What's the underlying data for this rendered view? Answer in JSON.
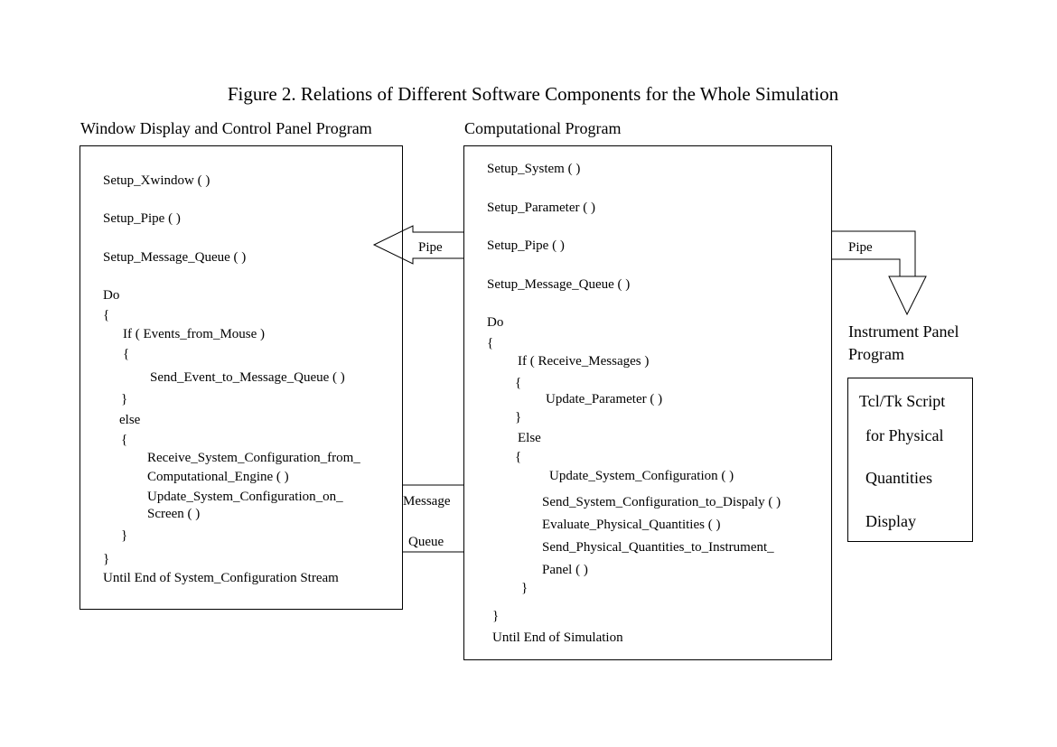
{
  "title": "Figure 2. Relations of Different Software Components for the Whole Simulation",
  "window_program": {
    "heading": "Window Display and Control Panel Program",
    "lines": [
      "Setup_Xwindow ( )",
      "Setup_Pipe ( )",
      "Setup_Message_Queue ( )",
      "Do",
      "{",
      "If ( Events_from_Mouse )",
      "{",
      "Send_Event_to_Message_Queue ( )",
      "}",
      "else",
      "{",
      "Receive_System_Configuration_from_",
      "Computational_Engine ( )",
      "Update_System_Configuration_on_",
      "Screen ( )",
      "}",
      "}",
      "Until End of System_Configuration Stream"
    ]
  },
  "computational_program": {
    "heading": "Computational Program",
    "lines": [
      "Setup_System ( )",
      "Setup_Parameter ( )",
      "Setup_Pipe ( )",
      "Setup_Message_Queue ( )",
      "Do",
      "{",
      "If ( Receive_Messages )",
      "{",
      "Update_Parameter ( )",
      "}",
      "Else",
      "{",
      "Update_System_Configuration ( )",
      "Send_System_Configuration_to_Dispaly ( )",
      "Evaluate_Physical_Quantities ( )",
      "Send_Physical_Quantities_to_Instrument_",
      "Panel ( )",
      "}",
      "}",
      "Until End of Simulation"
    ]
  },
  "instrument_program": {
    "heading_line1": "Instrument Panel",
    "heading_line2": "Program",
    "lines": [
      "Tcl/Tk Script",
      "for Physical",
      "Quantities",
      "Display"
    ]
  },
  "connectors": {
    "pipe_left": "Pipe",
    "pipe_right": "Pipe",
    "message": "Message",
    "queue": "Queue"
  }
}
